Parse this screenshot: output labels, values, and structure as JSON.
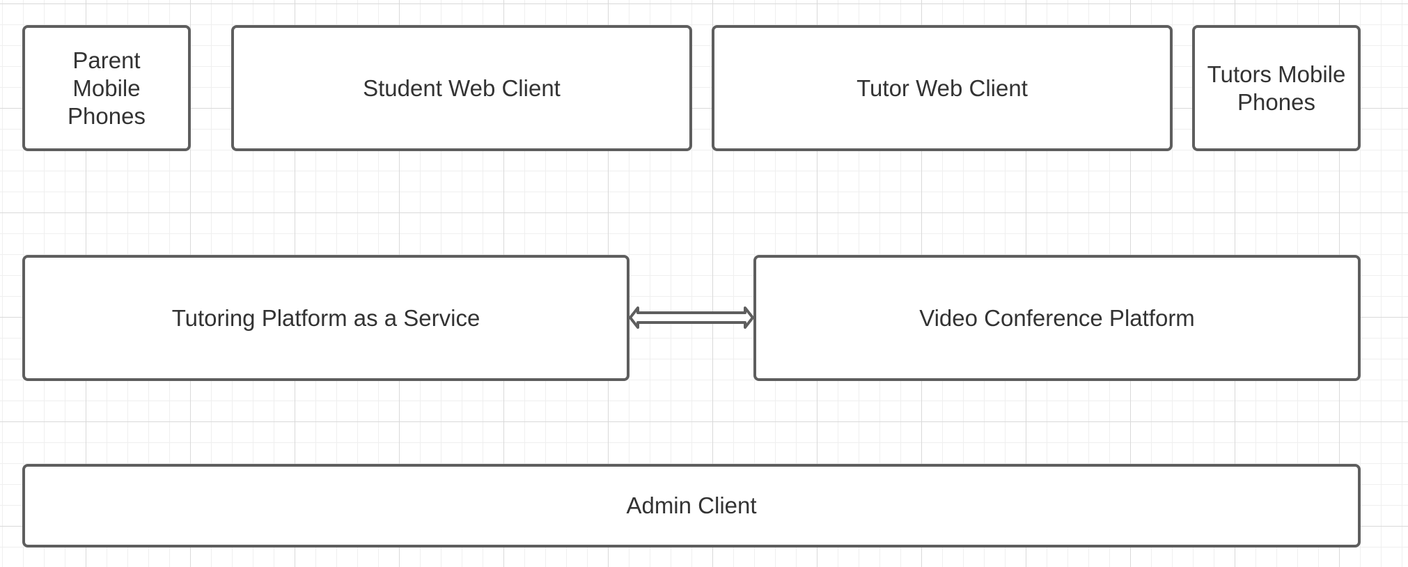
{
  "diagram": {
    "nodes": {
      "parent_mobile": {
        "label": "Parent\nMobile\nPhones"
      },
      "student_web": {
        "label": "Student Web Client"
      },
      "tutor_web": {
        "label": "Tutor Web Client"
      },
      "tutors_mobile": {
        "label": "Tutors Mobile\nPhones"
      },
      "tutoring_paas": {
        "label": "Tutoring Platform as a Service"
      },
      "video_conf": {
        "label": "Video Conference Platform"
      },
      "admin_client": {
        "label": "Admin Client"
      }
    },
    "edges": [
      {
        "from": "tutoring_paas",
        "to": "video_conf",
        "type": "bidirectional-block-arrow"
      }
    ]
  },
  "colors": {
    "stroke": "#5e5e5e",
    "text": "#333333",
    "fill": "#ffffff",
    "grid_major": "#d9d9d9",
    "grid_minor": "#efefef"
  }
}
